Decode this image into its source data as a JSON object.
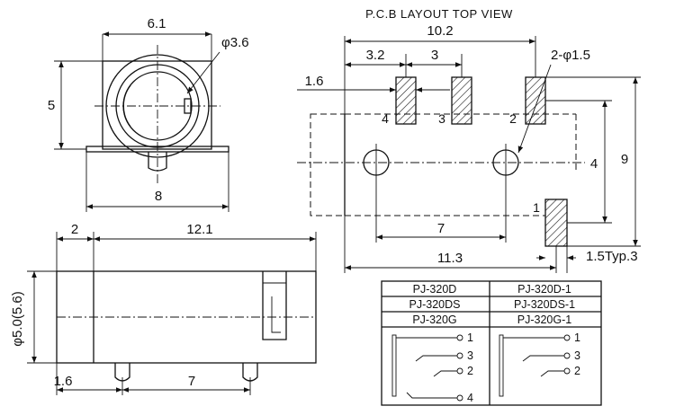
{
  "front_view": {
    "width_top": "6.1",
    "hole_dia": "φ3.6",
    "height": "5",
    "width_base": "8"
  },
  "side_view": {
    "front_len": "2",
    "total_len": "12.1",
    "dia": "φ5.0(5.6)",
    "pin_offset": "1.6",
    "pin_pitch": "7"
  },
  "pcb_layout": {
    "title": "P.C.B LAYOUT TOP VIEW",
    "width": "10.2",
    "pitch_a": "3.2",
    "pitch_b": "3",
    "hole": "2-φ1.5",
    "pad_w": "1.6",
    "row_gap": "4",
    "height": "9",
    "hole_pitch": "7",
    "length": "11.3",
    "pad_typ": "1.5Typ.3",
    "pins": [
      "4",
      "3",
      "2",
      "1"
    ]
  },
  "model_table": {
    "rows": [
      [
        "PJ-320D",
        "PJ-320D-1"
      ],
      [
        "PJ-320DS",
        "PJ-320DS-1"
      ],
      [
        "PJ-320G",
        "PJ-320G-1"
      ]
    ],
    "schematic_pins": [
      "1",
      "3",
      "2",
      "4"
    ]
  }
}
